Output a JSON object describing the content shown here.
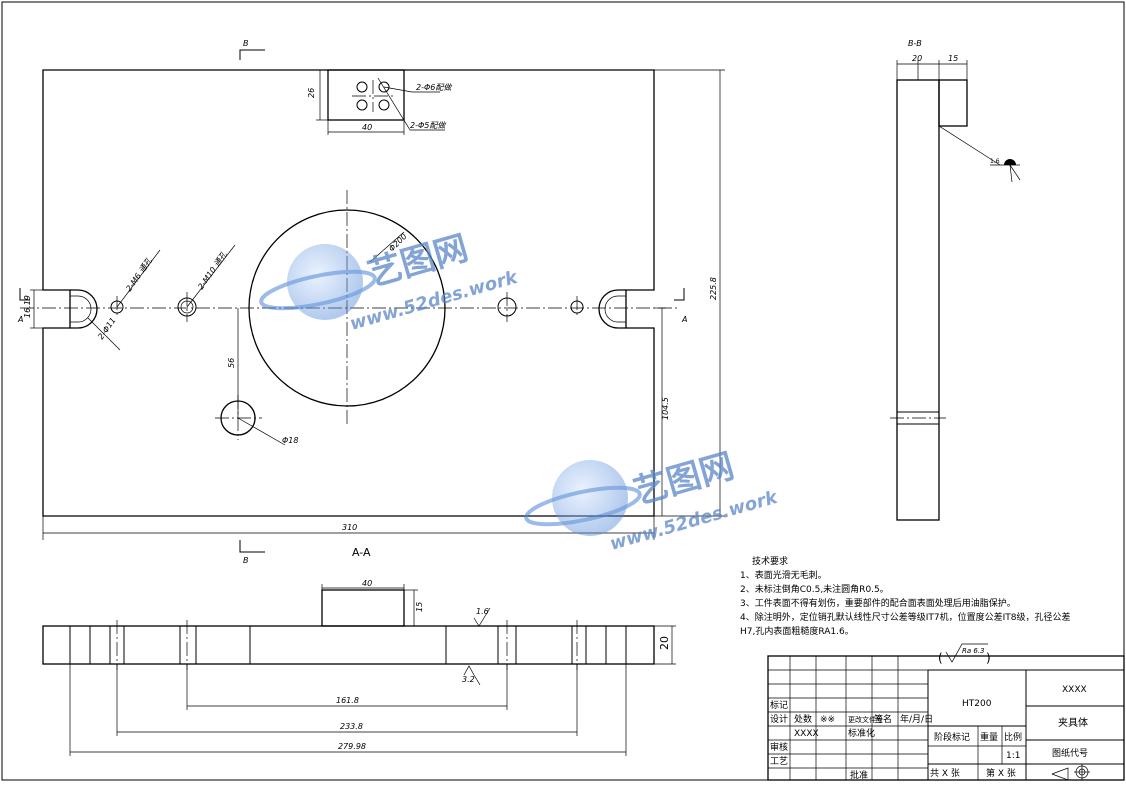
{
  "section_labels": {
    "b_top": "B",
    "b_bottom": "B",
    "a_left": "A",
    "a_right": "A",
    "bb": "B-B",
    "aa": "A-A"
  },
  "dims": {
    "d26": "26",
    "d40_top": "40",
    "phi6": "2-Φ6配做",
    "phi5": "2-Φ5配做",
    "h225": "225.8",
    "d2_16": "16.19",
    "m6": "2-M6 通孔",
    "m10": "2-M10 通孔",
    "d11": "2-Φ11",
    "phi200": "Φ200",
    "d56": "56",
    "d1045": "104.5",
    "phi18": "Φ18",
    "d310": "310",
    "bb20": "20",
    "bb15": "15",
    "weld": "1.6",
    "f40": "40",
    "f15": "15",
    "f20": "20",
    "f161": "161.8",
    "f233": "233.8",
    "f279": "279.98",
    "rough_a": "1.6",
    "rough_b": "3.2"
  },
  "notes": {
    "title": "技术要求",
    "lines": [
      "1、表面光滑无毛刺。",
      "2、未标注倒角C0.5,未注圆角R0.5。",
      "3、工件表面不得有划伤，重要部件的配合面表面处理后用油脂保护。",
      "4、除注明外，定位销孔默认线性尺寸公差等级IT7机，位置度公差IT8级，孔径公差",
      "H7,孔内表面粗糙度RA1.6。"
    ]
  },
  "roughness": "Ra 6.3",
  "watermark": {
    "brand": "艺图网",
    "url": "www.52des.work"
  },
  "title_block": {
    "marker": "标记",
    "design": "设计",
    "design_mark": "※※",
    "std_mark": "标准化",
    "date": "年/月/日",
    "count": "处数",
    "changefile": "更改文件号",
    "sign": "签名",
    "name_code": "XXXX",
    "review": "审核",
    "process": "工艺",
    "approve": "批准",
    "material": "HT200",
    "stage": "阶段标记",
    "weight": "重量",
    "scale_label": "比例",
    "scale": "1:1",
    "company": "XXXX",
    "part_name": "夹具体",
    "drawing_code": "图纸代号",
    "sheets_total": "共 X 张",
    "sheet_no": "第 X 张"
  }
}
